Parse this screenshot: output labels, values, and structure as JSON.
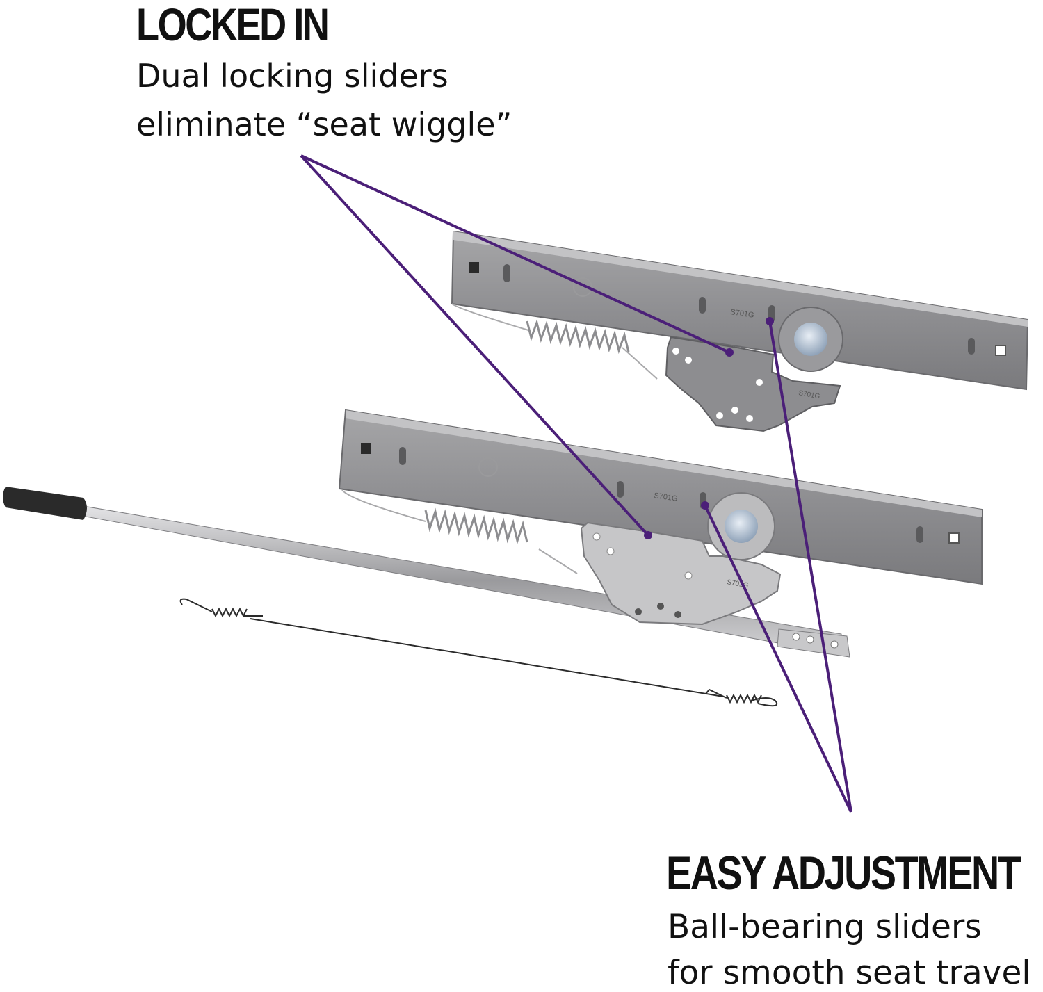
{
  "callouts": {
    "locked_in": {
      "title": "LOCKED IN",
      "line1": "Dual locking sliders",
      "line2": "eliminate “seat wiggle”"
    },
    "easy_adjustment": {
      "title": "EASY ADJUSTMENT",
      "line1": "Ball-bearing sliders",
      "line2": "for smooth seat travel"
    }
  },
  "part_markings": {
    "upper_rail_code": "S701G",
    "lower_rail_code": "S701G",
    "upper_latch_code": "S701G",
    "lower_latch_code": "S701G"
  },
  "colors": {
    "leader_line": "#4b1f78",
    "steel": "#8e8e90",
    "steel_light": "#b9b9bb",
    "steel_dark": "#5f5f62",
    "text": "#111111"
  }
}
